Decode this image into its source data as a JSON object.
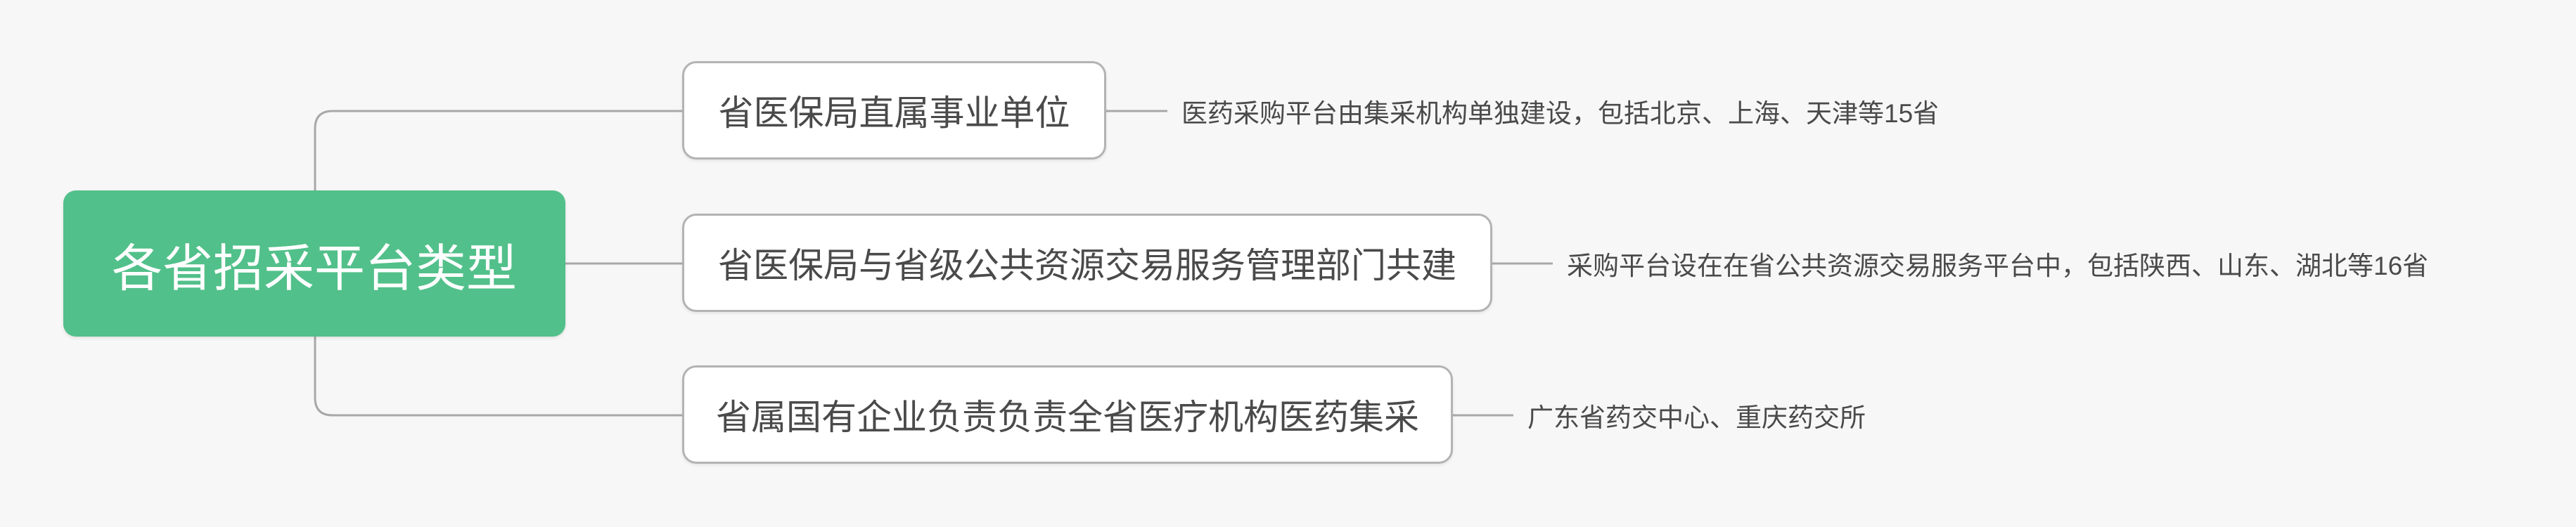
{
  "diagram": {
    "type": "mindmap",
    "root": {
      "label": "各省招采平台类型"
    },
    "branches": [
      {
        "label": "省医保局直属事业单位",
        "note": "医药采购平台由集采机构单独建设，包括北京、上海、天津等15省"
      },
      {
        "label": "省医保局与省级公共资源交易服务管理部门共建",
        "note": "采购平台设在在省公共资源交易服务平台中，包括陕西、山东、湖北等16省"
      },
      {
        "label": "省属国有企业负责负责全省医疗机构医药集采",
        "note": "广东省药交中心、重庆药交所"
      }
    ],
    "colors": {
      "background": "#f7f7f7",
      "root_fill": "#52c08a",
      "root_text": "#ffffff",
      "branch_fill": "#ffffff",
      "branch_border": "#b3b3b3",
      "branch_text": "#4a4a4a",
      "note_text": "#4a4a4a",
      "connector": "#a8a8a8"
    }
  }
}
